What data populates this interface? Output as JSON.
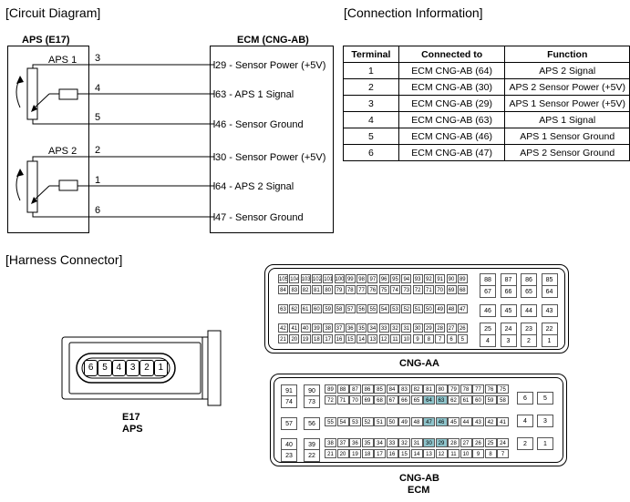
{
  "sections": {
    "circuit": "[Circuit Diagram]",
    "connection": "[Connection Information]",
    "harness": "[Harness Connector]"
  },
  "circuit": {
    "left_title": "APS (E17)",
    "right_title": "ECM (CNG-AB)",
    "sensors": [
      "APS 1",
      "APS 2"
    ],
    "wire_numbers": [
      "3",
      "4",
      "5",
      "2",
      "1",
      "6"
    ],
    "ecm_labels": [
      "29 - Sensor Power (+5V)",
      "63 - APS 1 Signal",
      "46 - Sensor Ground",
      "30 - Sensor Power (+5V)",
      "64 - APS 2 Signal",
      "47 - Sensor Ground"
    ]
  },
  "connection_table": {
    "headers": [
      "Terminal",
      "Connected to",
      "Function"
    ],
    "rows": [
      [
        "1",
        "ECM CNG-AB (64)",
        "APS 2 Signal"
      ],
      [
        "2",
        "ECM CNG-AB (30)",
        "APS 2 Sensor Power (+5V)"
      ],
      [
        "3",
        "ECM CNG-AB (29)",
        "APS 1 Sensor Power (+5V)"
      ],
      [
        "4",
        "ECM CNG-AB (63)",
        "APS 1 Signal"
      ],
      [
        "5",
        "ECM CNG-AB (46)",
        "APS 1 Sensor Ground"
      ],
      [
        "6",
        "ECM CNG-AB (47)",
        "APS 2 Sensor Ground"
      ]
    ]
  },
  "e17_connector": {
    "pins": [
      "6",
      "5",
      "4",
      "3",
      "2",
      "1"
    ],
    "label_line1": "E17",
    "label_line2": "APS"
  },
  "cng_aa": {
    "label": "CNG-AA",
    "main_rows": [
      [
        "105",
        "104",
        "103",
        "102",
        "101",
        "100",
        "99",
        "98",
        "97",
        "96",
        "95",
        "94",
        "93",
        "92",
        "91",
        "90",
        "89"
      ],
      [
        "84",
        "83",
        "82",
        "81",
        "80",
        "79",
        "78",
        "77",
        "76",
        "75",
        "74",
        "73",
        "72",
        "71",
        "70",
        "69",
        "68"
      ],
      [
        "63",
        "62",
        "61",
        "60",
        "59",
        "58",
        "57",
        "56",
        "55",
        "54",
        "53",
        "52",
        "51",
        "50",
        "49",
        "48",
        "47"
      ],
      [
        "42",
        "41",
        "40",
        "39",
        "38",
        "37",
        "36",
        "35",
        "34",
        "33",
        "32",
        "31",
        "30",
        "29",
        "28",
        "27",
        "26"
      ],
      [
        "21",
        "20",
        "19",
        "18",
        "17",
        "16",
        "15",
        "14",
        "13",
        "12",
        "11",
        "10",
        "9",
        "8",
        "7",
        "6",
        "5"
      ]
    ],
    "side_rows": [
      [
        "88",
        "87",
        "86",
        "85"
      ],
      [
        "67",
        "66",
        "65",
        "64"
      ],
      [
        "46",
        "45",
        "44",
        "43"
      ],
      [
        "25",
        "24",
        "23",
        "22"
      ],
      [
        "4",
        "3",
        "2",
        "1"
      ]
    ]
  },
  "cng_ab": {
    "label_line1": "CNG-AB",
    "label_line2": "ECM",
    "highlight_color": "#8fc5cc",
    "highlighted": [
      "63",
      "64",
      "46",
      "47",
      "29",
      "30"
    ],
    "left_pairs": [
      [
        "91",
        "90"
      ],
      [
        "74",
        "73"
      ],
      [
        "57",
        "56"
      ],
      [
        "40",
        "39"
      ],
      [
        "23",
        "22"
      ]
    ],
    "main_rows": [
      [
        "89",
        "88",
        "87",
        "86",
        "85",
        "84",
        "83",
        "82",
        "81",
        "80",
        "79",
        "78",
        "77",
        "76",
        "75"
      ],
      [
        "72",
        "71",
        "70",
        "69",
        "68",
        "67",
        "66",
        "65",
        "64",
        "63",
        "62",
        "61",
        "60",
        "59",
        "58"
      ],
      [
        "55",
        "54",
        "53",
        "52",
        "51",
        "50",
        "49",
        "48",
        "47",
        "46",
        "45",
        "44",
        "43",
        "42",
        "41"
      ],
      [
        "38",
        "37",
        "36",
        "35",
        "34",
        "33",
        "32",
        "31",
        "30",
        "29",
        "28",
        "27",
        "26",
        "25",
        "24"
      ],
      [
        "21",
        "20",
        "19",
        "18",
        "17",
        "16",
        "15",
        "14",
        "13",
        "12",
        "11",
        "10",
        "9",
        "8",
        "7"
      ]
    ],
    "right_pairs": [
      [
        "6",
        "5"
      ],
      [
        "4",
        "3"
      ],
      [
        "2",
        "1"
      ]
    ]
  }
}
